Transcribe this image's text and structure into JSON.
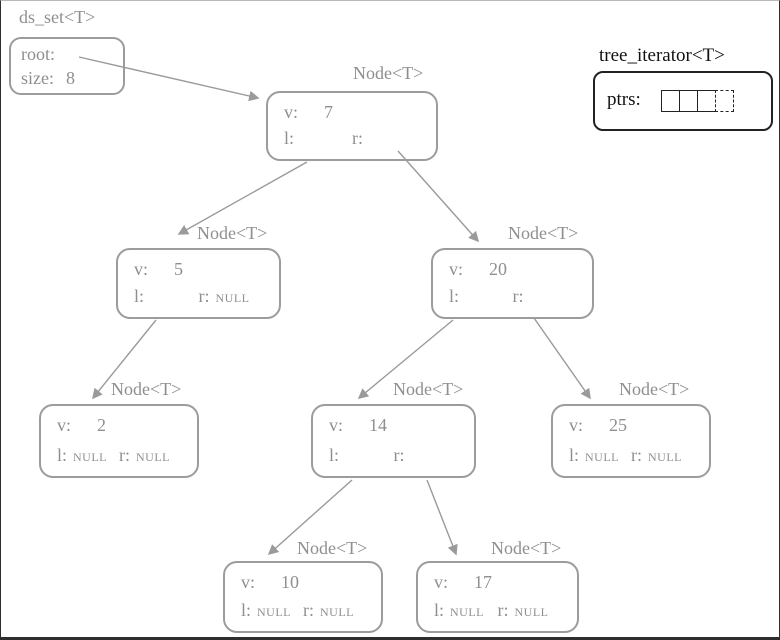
{
  "ds_set": {
    "title": "ds_set<T>",
    "root_label": "root:",
    "size_label": "size:",
    "size_value": "8"
  },
  "tree_iterator": {
    "title": "tree_iterator<T>",
    "ptrs_label": "ptrs:",
    "cell_count": 4
  },
  "nodes": {
    "n7": {
      "title": "Node<T>",
      "v_label": "v:",
      "v": "7",
      "l_label": "l:",
      "l": "",
      "r_label": "r:",
      "r": ""
    },
    "n5": {
      "title": "Node<T>",
      "v_label": "v:",
      "v": "5",
      "l_label": "l:",
      "l": "",
      "r_label": "r:",
      "r": "NULL"
    },
    "n20": {
      "title": "Node<T>",
      "v_label": "v:",
      "v": "20",
      "l_label": "l:",
      "l": "",
      "r_label": "r:",
      "r": ""
    },
    "n2": {
      "title": "Node<T>",
      "v_label": "v:",
      "v": "2",
      "l_label": "l:",
      "l": "NULL",
      "r_label": "r:",
      "r": "NULL"
    },
    "n14": {
      "title": "Node<T>",
      "v_label": "v:",
      "v": "14",
      "l_label": "l:",
      "l": "",
      "r_label": "r:",
      "r": ""
    },
    "n25": {
      "title": "Node<T>",
      "v_label": "v:",
      "v": "25",
      "l_label": "l:",
      "l": "NULL",
      "r_label": "r:",
      "r": "NULL"
    },
    "n10": {
      "title": "Node<T>",
      "v_label": "v:",
      "v": "10",
      "l_label": "l:",
      "l": "NULL",
      "r_label": "r:",
      "r": "NULL"
    },
    "n17": {
      "title": "Node<T>",
      "v_label": "v:",
      "v": "17",
      "l_label": "l:",
      "l": "NULL",
      "r_label": "r:",
      "r": "NULL"
    }
  },
  "edges": [
    {
      "from": "ds_set.root",
      "to": "node-7"
    },
    {
      "from": "node-7.l",
      "to": "node-5"
    },
    {
      "from": "node-7.r",
      "to": "node-20"
    },
    {
      "from": "node-5.l",
      "to": "node-2"
    },
    {
      "from": "node-20.l",
      "to": "node-14"
    },
    {
      "from": "node-20.r",
      "to": "node-25"
    },
    {
      "from": "node-14.l",
      "to": "node-10"
    },
    {
      "from": "node-14.r",
      "to": "node-17"
    }
  ],
  "colors": {
    "tree_stroke": "#9c9c9c",
    "tree_text": "#8f8f8f",
    "iterator_stroke": "#1f1f1f",
    "iterator_text": "#111111",
    "background": "#ffffff"
  }
}
